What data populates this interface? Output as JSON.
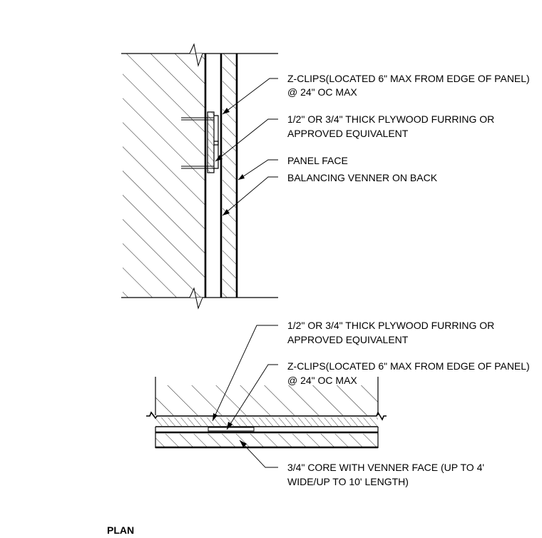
{
  "section_notes": {
    "z_clips_line1": "Z-CLIPS(LOCATED 6\" MAX FROM EDGE OF PANEL)",
    "z_clips_line2": "@ 24\" OC MAX",
    "furring_line1": "1/2\" OR 3/4\" THICK PLYWOOD FURRING OR",
    "furring_line2": "APPROVED EQUIVALENT",
    "panel_face": "PANEL FACE",
    "balancing_veneer": "BALANCING VENNER ON BACK"
  },
  "plan_notes": {
    "furring_line1": "1/2\" OR 3/4\" THICK PLYWOOD FURRING OR",
    "furring_line2": "APPROVED EQUIVALENT",
    "z_clips_line1": "Z-CLIPS(LOCATED 6\" MAX FROM EDGE OF PANEL)",
    "z_clips_line2": "@ 24\" OC MAX",
    "core_line1": "3/4\" CORE WITH VENNER FACE (UP TO 4'",
    "core_line2": "WIDE/UP TO 10' LENGTH)"
  },
  "plan_title": "PLAN",
  "colors": {
    "ink": "#000000",
    "paper": "#ffffff"
  }
}
